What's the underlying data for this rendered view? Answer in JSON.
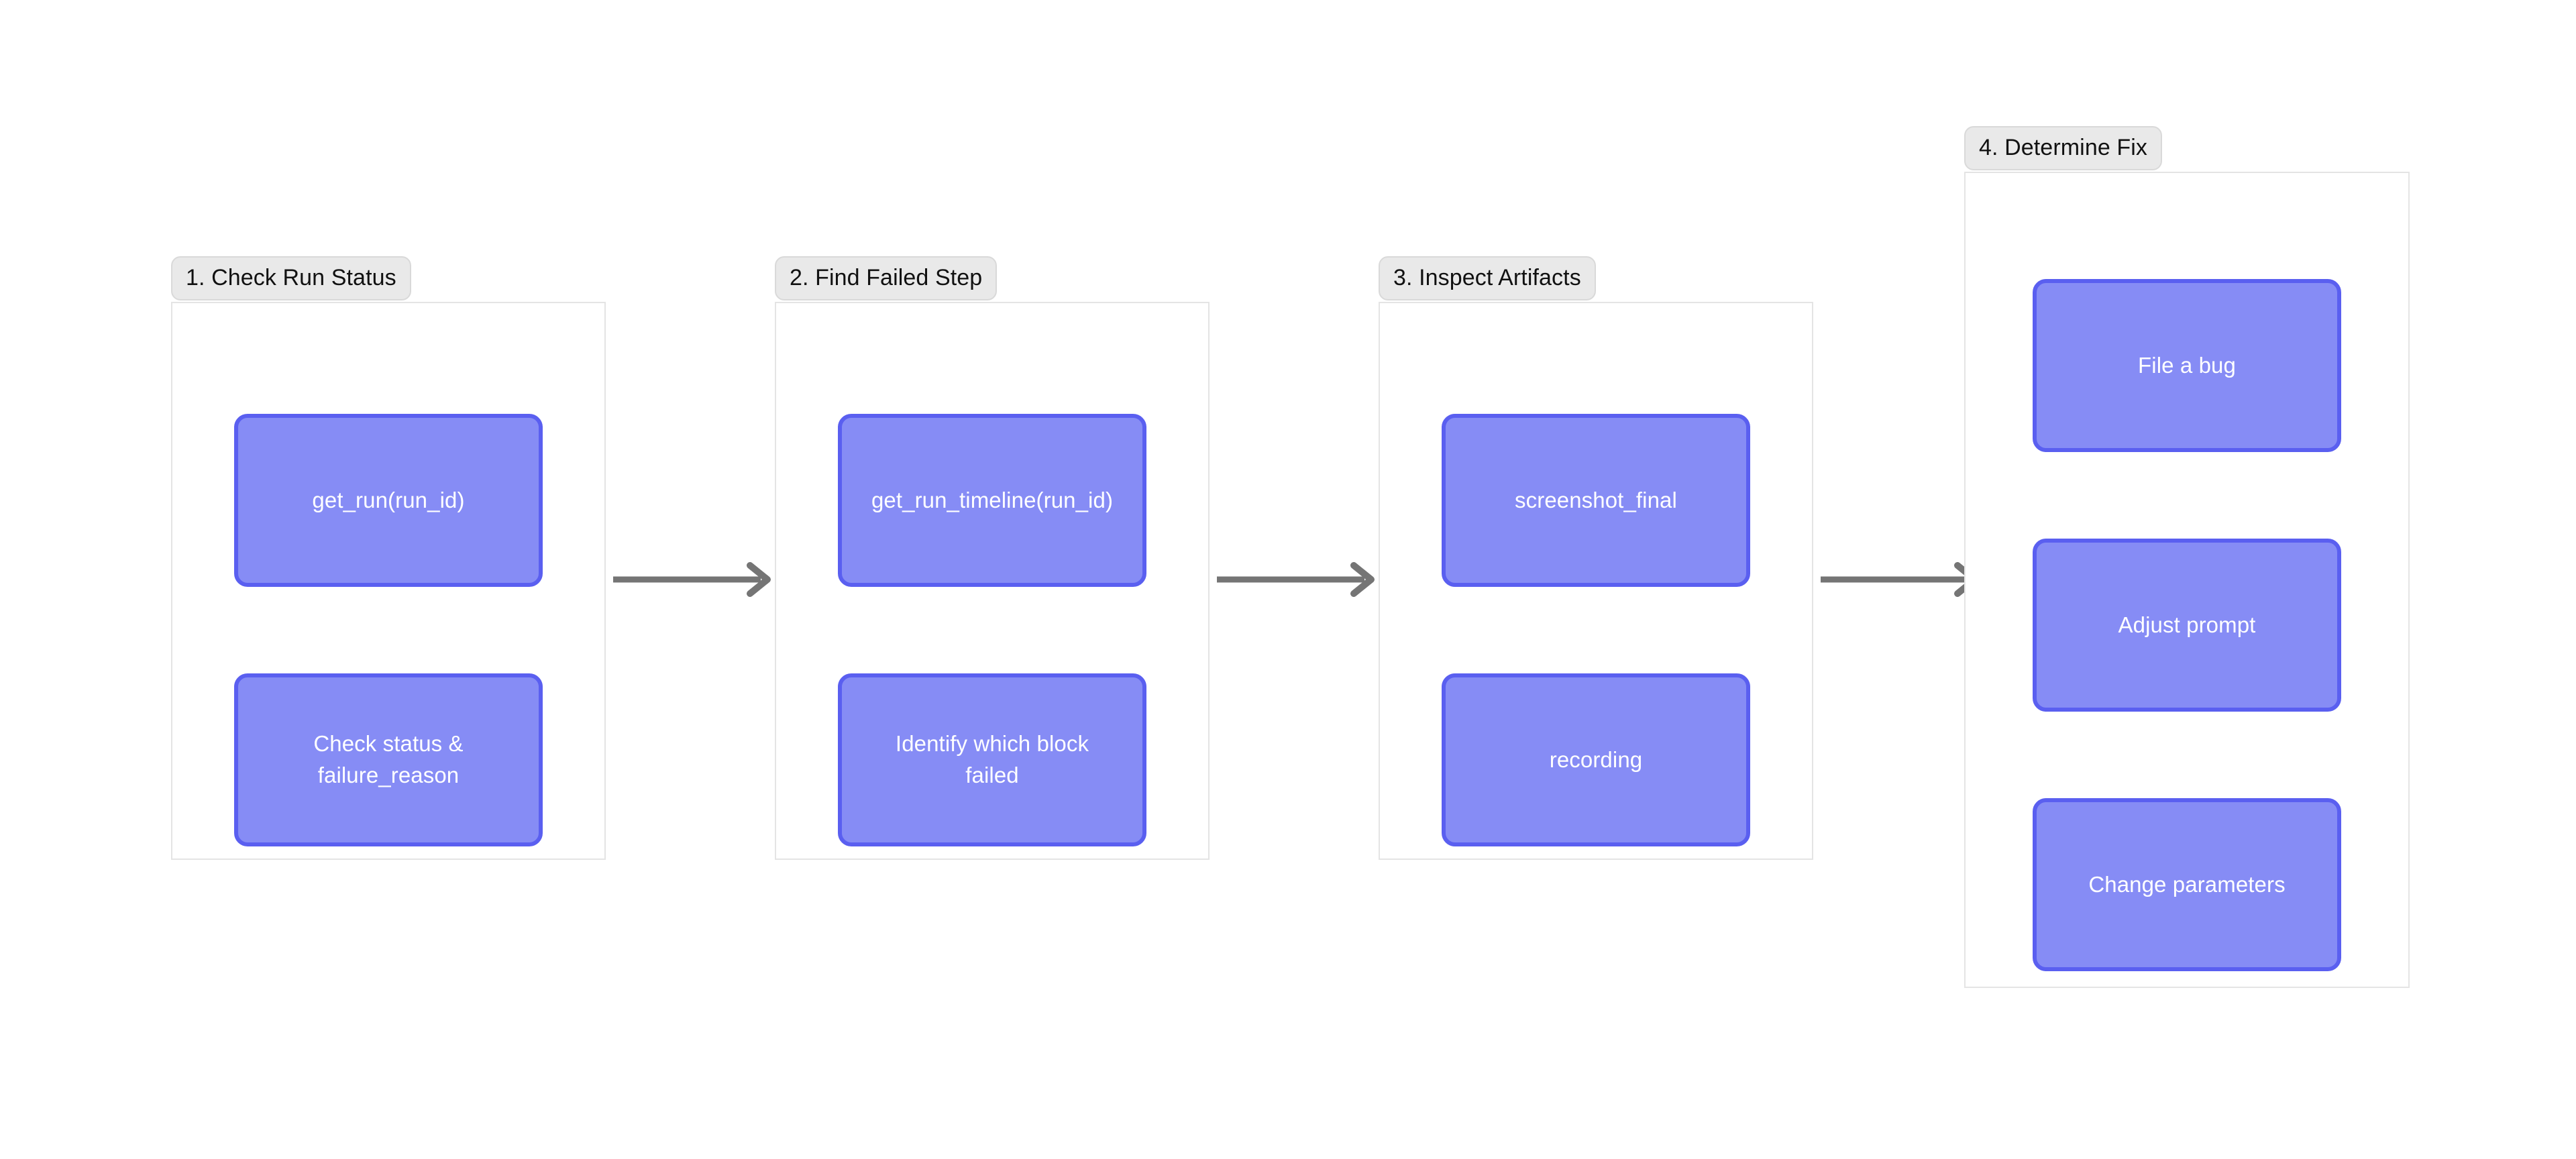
{
  "diagram": {
    "type": "flowchart",
    "orientation": "left-to-right",
    "background_color": "#ffffff",
    "node_fill_color": "#868cf5",
    "node_border_color": "#5a5ff0",
    "node_text_color": "#ffffff",
    "group_label_background": "#e9e9e9",
    "group_border_color": "#e4e4e4",
    "arrow_color": "#757575"
  },
  "groups": [
    {
      "id": "group-1",
      "label": "1. Check Run Status",
      "nodes": [
        {
          "id": "node-get-run",
          "label": "get_run(run_id)"
        },
        {
          "id": "node-check-status",
          "label": "Check status &\nfailure_reason"
        }
      ]
    },
    {
      "id": "group-2",
      "label": "2. Find Failed Step",
      "nodes": [
        {
          "id": "node-get-run-timeline",
          "label": "get_run_timeline(run_id)"
        },
        {
          "id": "node-identify-block",
          "label": "Identify which block\nfailed"
        }
      ]
    },
    {
      "id": "group-3",
      "label": "3. Inspect Artifacts",
      "nodes": [
        {
          "id": "node-screenshot-final",
          "label": "screenshot_final"
        },
        {
          "id": "node-recording",
          "label": "recording"
        }
      ]
    },
    {
      "id": "group-4",
      "label": "4. Determine Fix",
      "nodes": [
        {
          "id": "node-file-a-bug",
          "label": "File a bug"
        },
        {
          "id": "node-adjust-prompt",
          "label": "Adjust prompt"
        },
        {
          "id": "node-change-parameters",
          "label": "Change parameters"
        }
      ]
    }
  ],
  "connectors": [
    {
      "id": "arrow-1-to-2",
      "from": "group-1",
      "to": "group-2",
      "style": "solid-arrow"
    },
    {
      "id": "arrow-2-to-3",
      "from": "group-2",
      "to": "group-3",
      "style": "solid-arrow"
    },
    {
      "id": "arrow-3-to-4",
      "from": "group-3",
      "to": "group-4",
      "style": "solid-arrow"
    }
  ]
}
